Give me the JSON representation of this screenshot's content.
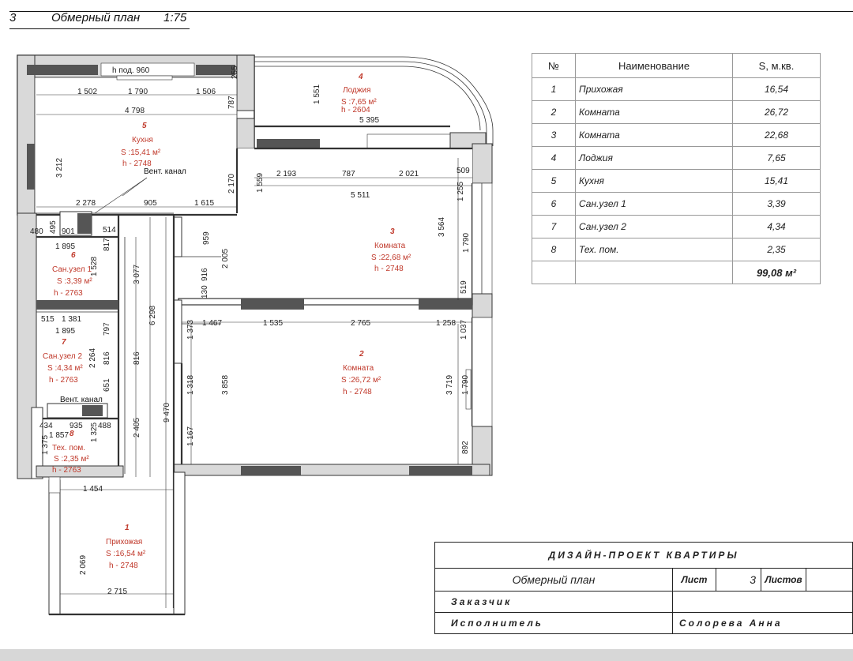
{
  "header": {
    "sheet_no": "3",
    "title": "Обмерный план",
    "scale": "1:75"
  },
  "area_table": {
    "headers": [
      "№",
      "Наименование",
      "S, м.кв."
    ],
    "rows": [
      {
        "n": "1",
        "name": "Прихожая",
        "s": "16,54"
      },
      {
        "n": "2",
        "name": "Комната",
        "s": "26,72"
      },
      {
        "n": "3",
        "name": "Комната",
        "s": "22,68"
      },
      {
        "n": "4",
        "name": "Лоджия",
        "s": "7,65"
      },
      {
        "n": "5",
        "name": "Кухня",
        "s": "15,41"
      },
      {
        "n": "6",
        "name": "Сан.узел 1",
        "s": "3,39"
      },
      {
        "n": "7",
        "name": "Сан.узел 2",
        "s": "4,34"
      },
      {
        "n": "8",
        "name": "Тех. пом.",
        "s": "2,35"
      }
    ],
    "total": "99,08 м²"
  },
  "title_block": {
    "project": "ДИЗАЙН-ПРОЕКТ КВАРТИРЫ",
    "drawing": "Обмерный план",
    "sheet_label": "Лист",
    "sheet_value": "3",
    "sheets_label": "Листов",
    "customer_label": "Заказчик",
    "executor_label": "Исполнитель",
    "executor_name": "Солорева Анна"
  },
  "rooms": [
    {
      "num": "1",
      "name": "Прихожая",
      "area": "S :16,54 м²",
      "height": "h - 2748"
    },
    {
      "num": "2",
      "name": "Комната",
      "area": "S :26,72 м²",
      "height": "h - 2748"
    },
    {
      "num": "3",
      "name": "Комната",
      "area": "S :22,68 м²",
      "height": "h - 2748"
    },
    {
      "num": "4",
      "name": "Лоджия",
      "area": "S :7,65 м²",
      "height": "h - 2604"
    },
    {
      "num": "5",
      "name": "Кухня",
      "area": "S :15,41 м²",
      "height": "h - 2748"
    },
    {
      "num": "6",
      "name": "Сан.узел 1",
      "area": "S :3,39 м²",
      "height": "h - 2763"
    },
    {
      "num": "7",
      "name": "Сан.узел 2",
      "area": "S :4,34 м²",
      "height": "h - 2763"
    },
    {
      "num": "8",
      "name": "Тех. пом.",
      "area": "S :2,35 м²",
      "height": "h - 2763"
    }
  ],
  "labels": {
    "vent1": "Вент. канал",
    "vent2": "Вент. канал",
    "window_sill": "h под. 960"
  },
  "dims": {
    "d1502": "1 502",
    "d1790a": "1 790",
    "d1506": "1 506",
    "d255": "255",
    "d4798": "4 798",
    "d787a": "787",
    "d1551": "1 551",
    "d5395": "5 395",
    "d3212": "3 212",
    "d2170": "2 170",
    "d1559": "1 559",
    "d2193": "2 193",
    "d787b": "787",
    "d2021": "2 021",
    "d509": "509",
    "d2278": "2 278",
    "d905": "905",
    "d1615": "1 615",
    "d5511": "5 511",
    "d1255": "1 255",
    "d480": "480",
    "d495": "495",
    "d901": "901",
    "d514": "514",
    "d817": "817",
    "d3564": "3 564",
    "d959": "959",
    "d1895a": "1 895",
    "d1528": "1 528",
    "d2005": "2 005",
    "d1790b": "1 790",
    "d3077": "3 077",
    "d916": "916",
    "d130": "130",
    "d519": "519",
    "d6298": "6 298",
    "d515": "515",
    "d1381": "1 381",
    "d797": "797",
    "d1467": "1 467",
    "d1535": "1 535",
    "d2765": "2 765",
    "d1258": "1 258",
    "d1895b": "1 895",
    "d1373": "1 373",
    "d1037": "1 037",
    "d2264": "2 264",
    "d816a": "816",
    "d816b": "816",
    "d3858": "3 858",
    "d1318": "1 318",
    "d3719": "3 719",
    "d1790c": "1 790",
    "d651": "651",
    "d9470": "9 470",
    "d434": "434",
    "d935": "935",
    "d488": "488",
    "d1857": "1 857",
    "d1325": "1 325",
    "d1375": "1 375",
    "d2405": "2 405",
    "d1167": "1 167",
    "d892": "892",
    "d1454": "1 454",
    "d2069": "2 069",
    "d2715": "2 715"
  }
}
